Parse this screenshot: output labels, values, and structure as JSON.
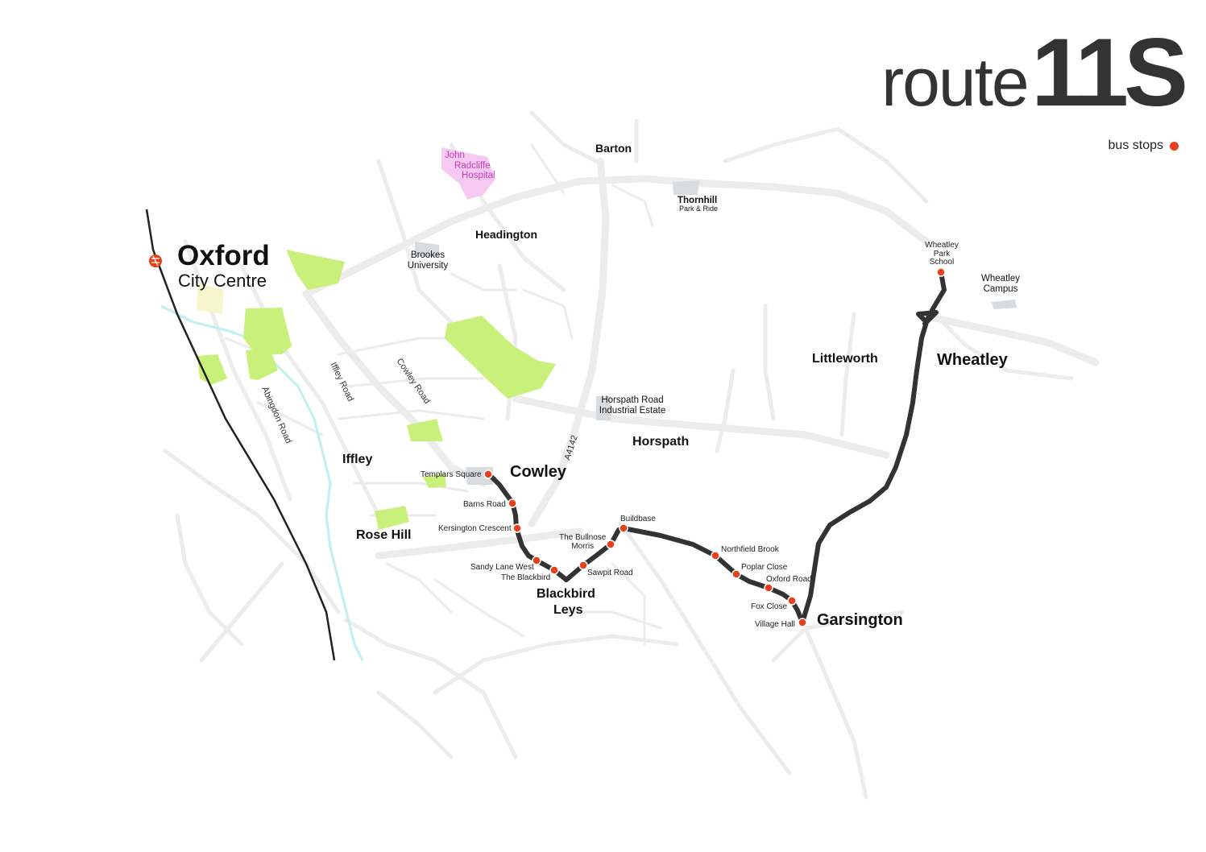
{
  "title": {
    "word": "route",
    "number": "11S"
  },
  "legend": {
    "label": "bus stops",
    "color": "#e8401c"
  },
  "colors": {
    "route": "#333333",
    "stop": "#e8401c",
    "park": "#c8f07a",
    "roads": "#ebebeb",
    "river": "#bff0f0",
    "rail": "#222222",
    "hospital": "#f7c9f2",
    "industrial": "#d9dcdf"
  },
  "places": {
    "oxford": "Oxford",
    "city_centre": "City Centre",
    "barton": "Barton",
    "headington": "Headington",
    "cowley": "Cowley",
    "iffley": "Iffley",
    "rose_hill": "Rose Hill",
    "blackbird_leys_1": "Blackbird",
    "blackbird_leys_2": "Leys",
    "horspath": "Horspath",
    "littleworth": "Littleworth",
    "wheatley": "Wheatley",
    "garsington": "Garsington"
  },
  "pois": {
    "hospital_1": "John",
    "hospital_2": "Radcliffe",
    "hospital_3": "Hospital",
    "thornhill": "Thornhill",
    "thornhill_sub": "Park & Ride",
    "brookes_1": "Brookes",
    "brookes_2": "University",
    "horspath_ind_1": "Horspath Road",
    "horspath_ind_2": "Industrial Estate",
    "wheatley_campus_1": "Wheatley",
    "wheatley_campus_2": "Campus"
  },
  "roads": {
    "iffley_road": "Iffley Road",
    "cowley_road": "Cowley Road",
    "abingdon_road": "Abingdon Road",
    "a4142": "A4142"
  },
  "stops": [
    "Templars Square",
    "Barns Road",
    "Kersington Crescent",
    "Sandy Lane West",
    "The Blackbird",
    "Sawpit Road",
    "The Bullnose Morris",
    "Buildbase",
    "Northfield Brook",
    "Poplar Close",
    "Oxford Road",
    "Fox Close",
    "Village Hall",
    "Wheatley Park School"
  ],
  "stop_lines": {
    "bullnose_1": "The Bullnose",
    "bullnose_2": "Morris",
    "wps_1": "Wheatley",
    "wps_2": "Park",
    "wps_3": "School"
  }
}
